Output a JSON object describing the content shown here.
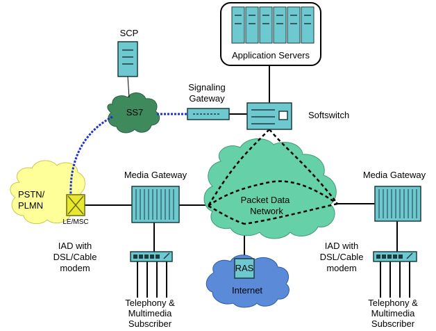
{
  "labels": {
    "scp": "SCP",
    "app_servers": "Application Servers",
    "signaling_line1": "Signaling",
    "signaling_line2": "Gateway",
    "softswitch": "Softswitch",
    "ss7": "SS7",
    "pstn_line1": "PSTN/",
    "pstn_line2": "PLMN",
    "le_msc": "LE/MSC",
    "mg_left": "Media Gateway",
    "mg_right": "Media Gateway",
    "packet_line1": "Packet Data",
    "packet_line2": "Network",
    "ras": "RAS",
    "internet": "Internet",
    "iad_left_1": "IAD with",
    "iad_left_2": "DSL/Cable",
    "iad_left_3": "modem",
    "iad_right_1": "IAD with",
    "iad_right_2": "DSL/Cable",
    "iad_right_3": "modem",
    "sub_left_1": "Telephony &",
    "sub_left_2": "Multimedia",
    "sub_left_3": "Subscriber",
    "sub_right_1": "Telephony &",
    "sub_right_2": "Multimedia",
    "sub_right_3": "Subscriber"
  },
  "colors": {
    "equipment": "#6ec8d0",
    "equipment_dark": "#2f7f86",
    "ss7_cloud": "#3f8a5c",
    "packet_cloud": "#66d0a8",
    "internet_cloud": "#5b8bd8",
    "pstn_cloud": "#ffff99",
    "ss7_link": "#1f2fd0",
    "lines": "#000000"
  }
}
